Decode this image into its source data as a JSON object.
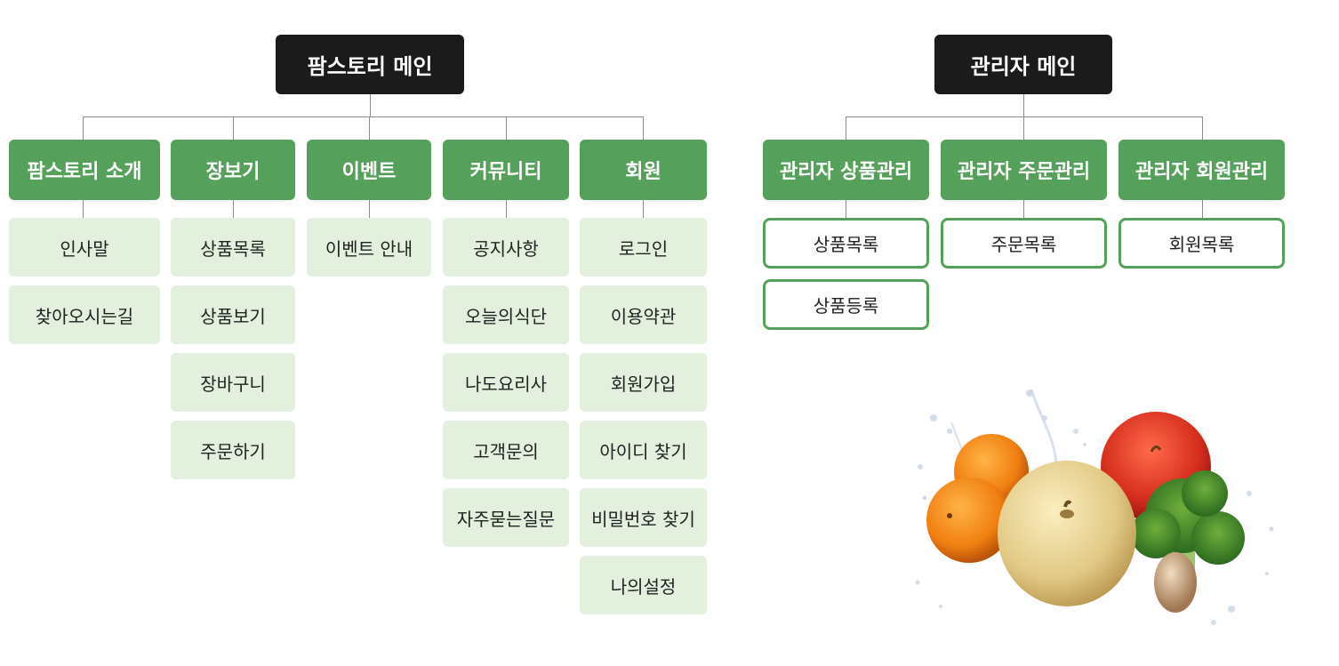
{
  "site": {
    "root_label": "팜스토리 메인",
    "menus": [
      {
        "label": "팜스토리 소개",
        "items": [
          "인사말",
          "찾아오시는길"
        ]
      },
      {
        "label": "장보기",
        "items": [
          "상품목록",
          "상품보기",
          "장바구니",
          "주문하기"
        ]
      },
      {
        "label": "이벤트",
        "items": [
          "이벤트 안내"
        ]
      },
      {
        "label": "커뮤니티",
        "items": [
          "공지사항",
          "오늘의식단",
          "나도요리사",
          "고객문의",
          "자주묻는질문"
        ]
      },
      {
        "label": "회원",
        "items": [
          "로그인",
          "이용약관",
          "회원가입",
          "아이디 찾기",
          "비밀번호 찾기",
          "나의설정"
        ]
      }
    ]
  },
  "admin": {
    "root_label": "관리자 메인",
    "menus": [
      {
        "label": "관리자 상품관리",
        "items": [
          "상품목록",
          "상품등록"
        ]
      },
      {
        "label": "관리자 주문관리",
        "items": [
          "주문목록"
        ]
      },
      {
        "label": "관리자 회원관리",
        "items": [
          "회원목록"
        ]
      }
    ]
  },
  "colors": {
    "root_bg": "#1b1b1b",
    "category_bg": "#55a05b",
    "leaf_bg": "#e2f0dd",
    "connector": "#8a8a8a"
  },
  "decoration": {
    "icon": "fruit-vegetable-illustration"
  }
}
